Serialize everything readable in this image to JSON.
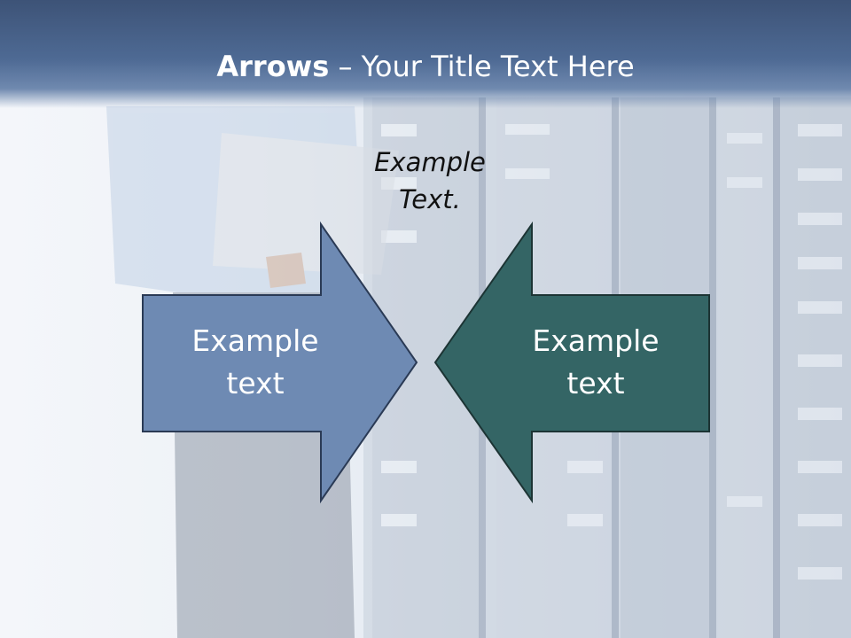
{
  "title": {
    "bold": "Arrows",
    "rest": " – Your Title Text Here"
  },
  "caption": "Example Text.",
  "arrows": [
    {
      "label_line1": "Example",
      "label_line2": "text",
      "direction": "right",
      "fill": "#6e8ab3",
      "stroke": "#2a3a55"
    },
    {
      "label_line1": "Example",
      "label_line2": "text",
      "direction": "left",
      "fill": "#346565",
      "stroke": "#1c3434"
    }
  ],
  "colors": {
    "title_bar": "#4e6a94",
    "title_text": "#ffffff"
  }
}
